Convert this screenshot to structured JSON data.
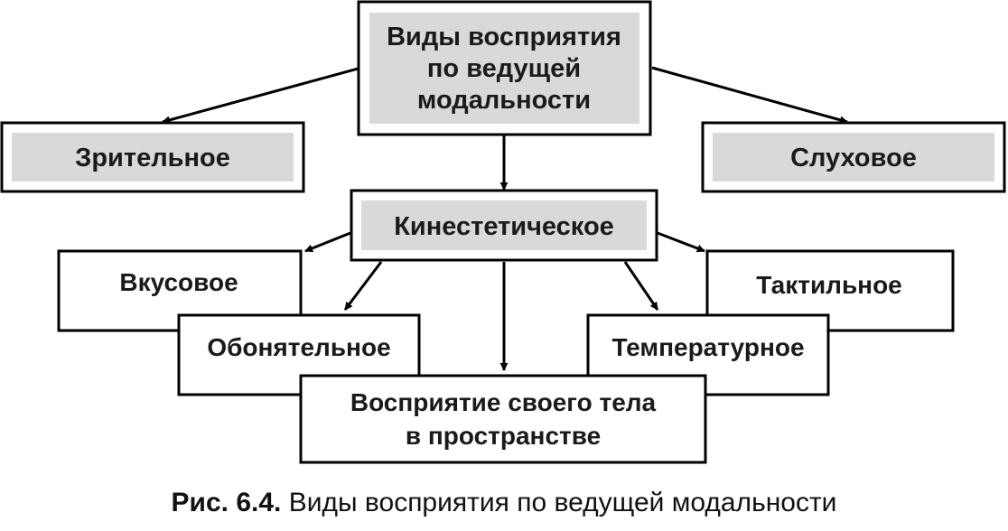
{
  "diagram": {
    "root": {
      "line1": "Виды восприятия",
      "line2": "по ведущей",
      "line3": "модальности"
    },
    "visual": "Зрительное",
    "auditory": "Слуховое",
    "kinesthetic": "Кинестетическое",
    "taste": "Вкусовое",
    "smell": "Обонятельное",
    "body": {
      "line1": "Восприятие своего тела",
      "line2": "в пространстве"
    },
    "temperature": "Температурное",
    "tactile": "Тактильное"
  },
  "caption": {
    "label": "Рис. 6.4.",
    "text": "Виды восприятия по ведущей модальности"
  },
  "colors": {
    "box_fill": "#ffffff",
    "box_stroke": "#000000",
    "inner_fill": "#d9d9d9",
    "text": "#1a1a1a"
  }
}
